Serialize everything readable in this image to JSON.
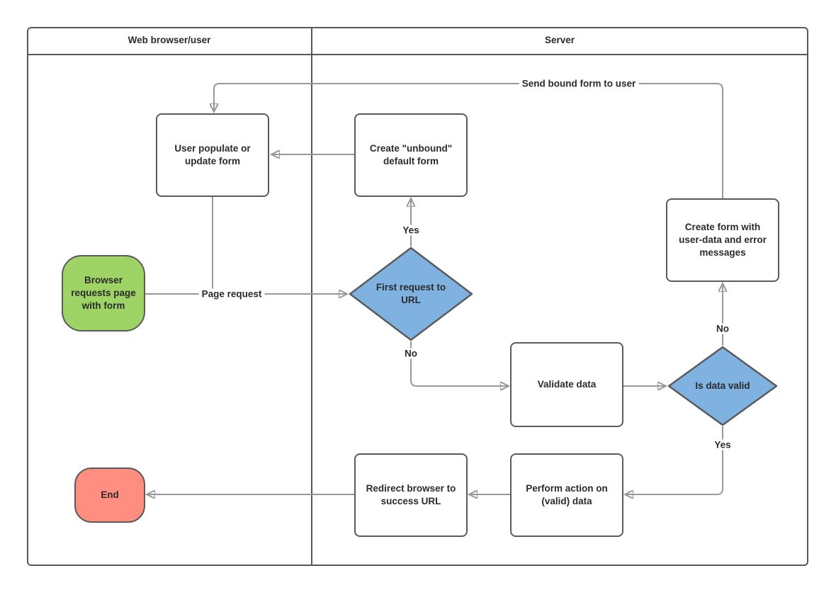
{
  "diagram": {
    "lanes": [
      {
        "title": "Web browser/user"
      },
      {
        "title": "Server"
      }
    ],
    "nodes": {
      "browser_requests": {
        "label": "Browser requests page with form",
        "fill": "#9ED365"
      },
      "user_populate": {
        "label": "User populate or update form",
        "fill": "#ffffff"
      },
      "create_unbound": {
        "label": "Create \"unbound\" default form",
        "fill": "#ffffff"
      },
      "first_request": {
        "label": "First request to URL",
        "fill": "#7FB2E0"
      },
      "validate": {
        "label": "Validate data",
        "fill": "#ffffff"
      },
      "is_valid": {
        "label": "Is data valid",
        "fill": "#7FB2E0"
      },
      "create_form": {
        "label": "Create form with user-data and error messages",
        "fill": "#ffffff"
      },
      "perform_action": {
        "label": "Perform action on (valid) data",
        "fill": "#ffffff"
      },
      "redirect": {
        "label": "Redirect browser to success URL",
        "fill": "#ffffff"
      },
      "end": {
        "label": "End",
        "fill": "#FF8D80"
      }
    },
    "edge_labels": {
      "send_bound": "Send bound form to user",
      "page_request": "Page request",
      "first_yes": "Yes",
      "first_no": "No",
      "valid_no": "No",
      "valid_yes": "Yes"
    },
    "colors": {
      "connector": "#999999",
      "shape_border": "#5A5B5D",
      "pool_border": "#575859",
      "decision_fill": "#7FB2E0",
      "start_fill": "#9ED365",
      "end_fill": "#FF8D80",
      "text": "#2B2B2B"
    }
  }
}
